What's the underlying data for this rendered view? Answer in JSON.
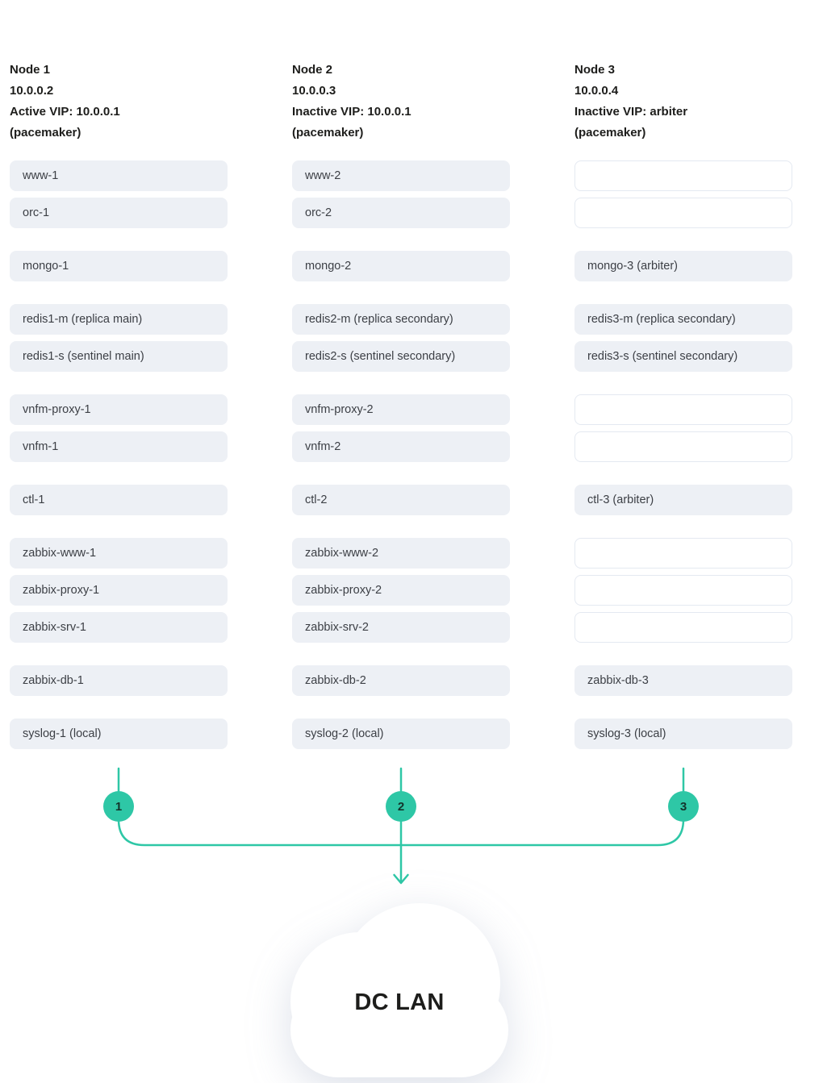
{
  "colors": {
    "accent": "#2ec7a6",
    "box_fill": "#edf0f5",
    "box_border": "#e4e9f1",
    "heading_text": "#1d1d1b",
    "label_text": "#3c3f45"
  },
  "nodes": [
    {
      "title": "Node 1",
      "ip": "10.0.0.2",
      "vip": "Active VIP: 10.0.0.1",
      "manager": "(pacemaker)",
      "badge": "1",
      "groups": [
        [
          "www-1",
          "orc-1"
        ],
        [
          "mongo-1"
        ],
        [
          "redis1-m (replica main)",
          "redis1-s (sentinel main)"
        ],
        [
          "vnfm-proxy-1",
          "vnfm-1"
        ],
        [
          "ctl-1"
        ],
        [
          "zabbix-www-1",
          "zabbix-proxy-1",
          "zabbix-srv-1"
        ],
        [
          "zabbix-db-1"
        ],
        [
          "syslog-1 (local)"
        ]
      ]
    },
    {
      "title": "Node 2",
      "ip": "10.0.0.3",
      "vip": "Inactive VIP: 10.0.0.1",
      "manager": "(pacemaker)",
      "badge": "2",
      "groups": [
        [
          "www-2",
          "orc-2"
        ],
        [
          "mongo-2"
        ],
        [
          "redis2-m (replica secondary)",
          "redis2-s (sentinel secondary)"
        ],
        [
          "vnfm-proxy-2",
          "vnfm-2"
        ],
        [
          "ctl-2"
        ],
        [
          "zabbix-www-2",
          "zabbix-proxy-2",
          "zabbix-srv-2"
        ],
        [
          "zabbix-db-2"
        ],
        [
          "syslog-2 (local)"
        ]
      ]
    },
    {
      "title": "Node 3",
      "ip": "10.0.0.4",
      "vip": "Inactive VIP: arbiter",
      "manager": "(pacemaker)",
      "badge": "3",
      "groups": [
        [
          "",
          ""
        ],
        [
          "mongo-3 (arbiter)"
        ],
        [
          "redis3-m (replica secondary)",
          "redis3-s (sentinel secondary)"
        ],
        [
          "",
          ""
        ],
        [
          "ctl-3 (arbiter)"
        ],
        [
          "",
          "",
          ""
        ],
        [
          "zabbix-db-3"
        ],
        [
          "syslog-3 (local)"
        ]
      ]
    }
  ],
  "cloud": {
    "label": "DC LAN"
  }
}
